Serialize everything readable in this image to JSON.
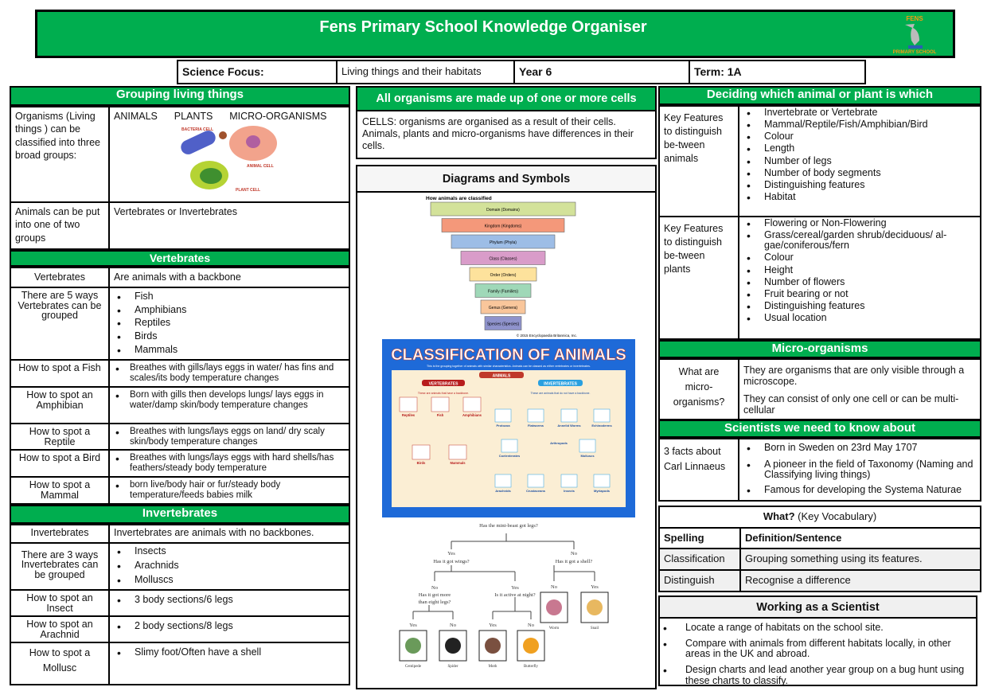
{
  "title": "Fens Primary School Knowledge Organiser",
  "logo": {
    "top": "FENS",
    "bottom": "PRIMARY SCHOOL"
  },
  "info": {
    "focus_label": "Science Focus:",
    "focus_value": "Living things and their habitats",
    "year": "Year 6",
    "term": "Term: 1A"
  },
  "grouping": {
    "header": "Grouping living things",
    "row1_label": "Organisms (Living things ) can be classified into three broad groups:",
    "groups": [
      "ANIMALS",
      "PLANTS",
      "MICRO-ORGANISMS"
    ],
    "cells": [
      "BACTERIA CELL",
      "ANIMAL CELL",
      "PLANT CELL"
    ],
    "row2_label": "Animals can be put into one of two groups",
    "row2_value": "Vertebrates or  Invertebrates"
  },
  "vertebrates": {
    "header": "Vertebrates",
    "def_label": "Vertebrates",
    "def_value": "Are animals with a backbone",
    "ways_label": "There are 5 ways Vertebrates can be grouped",
    "ways": [
      "Fish",
      "Amphibians",
      "Reptiles",
      "Birds",
      "Mammals"
    ],
    "spot": [
      {
        "label": "How to spot a Fish",
        "value": "Breathes with gills/lays eggs in water/ has fins and scales/its body temperature changes"
      },
      {
        "label": "How to spot an Amphibian",
        "value": "Born with gills then develops lungs/ lays eggs in water/damp skin/body temperature changes"
      },
      {
        "label": "How to spot a Reptile",
        "value": "Breathes with lungs/lays eggs on land/ dry scaly skin/body temperature changes"
      },
      {
        "label": "How to spot a Bird",
        "value": "Breathes with lungs/lays eggs with hard shells/has feathers/steady body temperature"
      },
      {
        "label": "How to spot a Mammal",
        "value": "born live/body hair or fur/steady body temperature/feeds babies milk"
      }
    ]
  },
  "invertebrates": {
    "header": "Invertebrates",
    "def_label": "Invertebrates",
    "def_value": "Invertebrates are animals with no backbones.",
    "ways_label": "There are 3 ways Invertebrates can be grouped",
    "ways": [
      "Insects",
      "Arachnids",
      "Molluscs"
    ],
    "spot": [
      {
        "label": "How to spot an Insect",
        "value": "3 body sections/6 legs"
      },
      {
        "label": "How to spot an Arachnid",
        "value": "2 body sections/8 legs"
      },
      {
        "label": "How to spot a Mollusc",
        "value": "Slimy foot/Often have a shell"
      }
    ]
  },
  "cells_box": {
    "header": "All organisms are made up of one or more cells",
    "text": "CELLS: organisms are organised as a result of their cells. Animals, plants and micro-organisms have differences in their cells."
  },
  "diagrams": {
    "header": "Diagrams and Symbols",
    "pyramid_title": "How animals are classified",
    "pyramid": [
      {
        "label": "Domain (Domains)",
        "color": "#d3e29a"
      },
      {
        "label": "Kingdom (Kingdoms)",
        "color": "#f4987a"
      },
      {
        "label": "Phylum (Phyla)",
        "color": "#9dbde6"
      },
      {
        "label": "Class (Classes)",
        "color": "#d99cc9"
      },
      {
        "label": "Order (Orders)",
        "color": "#fde29c"
      },
      {
        "label": "Family (Families)",
        "color": "#9fd8b8"
      },
      {
        "label": "Genus (Genera)",
        "color": "#f9c69b"
      },
      {
        "label": "Species (Species)",
        "color": "#8f93cc"
      }
    ],
    "pyramid_credit": "© 2015 Encyclopaedia Britannica, Inc.",
    "poster": {
      "title": "CLASSIFICATION OF ANIMALS",
      "subtitle": "This is the grouping together of animals with similar characteristics. Animals can be classed as either vertebrates or invertebrates.",
      "root": "ANIMALS",
      "vert": "VERTEBRATES",
      "invert": "INVERTEBRATES",
      "vert_note": "These are animals that have a backbone.",
      "invert_note": "These are animals that do not have a backbone.",
      "vert_groups": [
        "Reptiles",
        "Fish",
        "Amphibians",
        "Birds",
        "Mammals"
      ],
      "invert_groups": [
        "Protozoa",
        "Flatworms",
        "Annelid Worms",
        "Echinoderms",
        "Coelenterates",
        "Arthropods",
        "Molluscs",
        "Arachnids",
        "Crustaceans",
        "Insects",
        "Myriapods"
      ]
    },
    "tree": {
      "q1": "Has the mini-beast got legs?",
      "yes_wings": "Yes",
      "q_wings": "Has it got wings?",
      "no_shell": "No",
      "q_shell": "Has it got a shell?",
      "no1": "No",
      "q_legs": "Has it got more",
      "q_legs2": "than eight legs?",
      "yes1": "Yes",
      "q_night": "Is it active at night?",
      "leaf_answers": [
        "Yes",
        "No",
        "Yes",
        "No",
        "No",
        "Yes"
      ],
      "leaves": [
        "Centipede",
        "Spider",
        "Moth",
        "Butterfly",
        "Worm",
        "Snail"
      ]
    }
  },
  "deciding": {
    "header": "Deciding which animal or plant is which",
    "animals_label": "Key Features to distinguish be-tween animals",
    "animals": [
      "Invertebrate or Vertebrate",
      "Mammal/Reptile/Fish/Amphibian/Bird",
      "Colour",
      "Length",
      "Number of legs",
      "Number of body segments",
      "Distinguishing features",
      "Habitat"
    ],
    "plants_label": "Key Features to distinguish be-tween plants",
    "plants": [
      "Flowering or Non-Flowering",
      "Grass/cereal/garden shrub/deciduous/ al-gae/coniferous/fern",
      "Colour",
      "Height",
      "Number of flowers",
      "Fruit bearing or not",
      "Distinguishing features",
      "Usual location"
    ]
  },
  "micro": {
    "header": "Micro-organisms",
    "label": "What are micro-organisms?",
    "lines": [
      "They are organisms that are only visible through a microscope.",
      "They can consist of only one cell or can be multi-cellular"
    ]
  },
  "scientists": {
    "header": "Scientists we need to know about",
    "label": "3 facts about Carl  Linnaeus",
    "facts": [
      "Born in Sweden on 23rd May 1707",
      "A pioneer in the field of Taxonomy (Naming and Classifying living things)",
      "Famous for developing the Systema Naturae"
    ]
  },
  "vocab": {
    "header_bold": "What?",
    "header_rest": " (Key Vocabulary)",
    "col1": "Spelling",
    "col2": "Definition/Sentence",
    "rows": [
      {
        "word": "Classification",
        "def": "Grouping something using its features."
      },
      {
        "word": "Distinguish",
        "def": "Recognise a difference"
      }
    ]
  },
  "working": {
    "header": "Working as a Scientist",
    "items": [
      "Locate a range of habitats on the school site.",
      "Compare with animals from different habitats locally, in other areas in the UK and abroad.",
      "Design charts and lead another year group on a bug hunt using these charts to classify."
    ]
  }
}
